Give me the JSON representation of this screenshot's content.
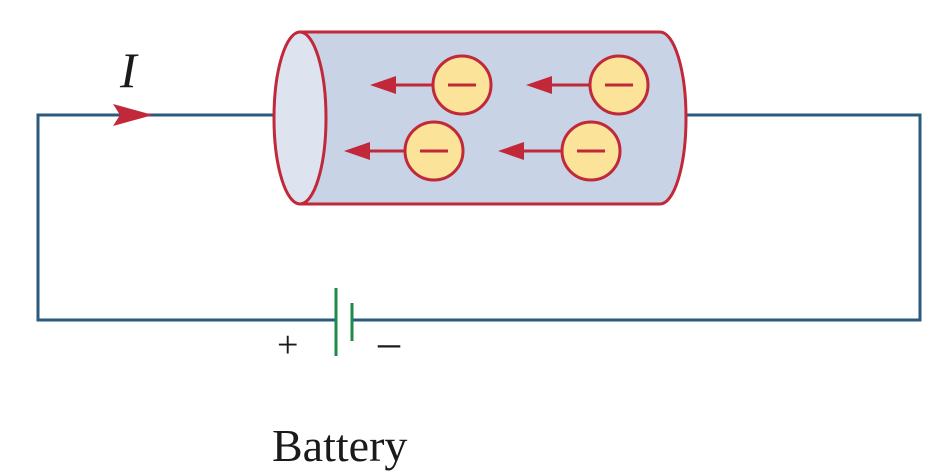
{
  "diagram": {
    "current_label": "I",
    "battery_label": "Battery",
    "battery_plus": "+",
    "battery_minus": "–",
    "charge_symbol": "−",
    "colors": {
      "wire": "#2a5a7e",
      "arrow": "#c1283a",
      "cylinder_fill": "#c9d3e6",
      "cylinder_end_fill": "#dde3ef",
      "cylinder_outline": "#c1283a",
      "charge_fill": "#fbe39a",
      "charge_outline": "#c1283a",
      "battery": "#1f8a4a",
      "text": "#1a1a1a"
    },
    "electron_count": 4,
    "electron_direction": "left"
  }
}
